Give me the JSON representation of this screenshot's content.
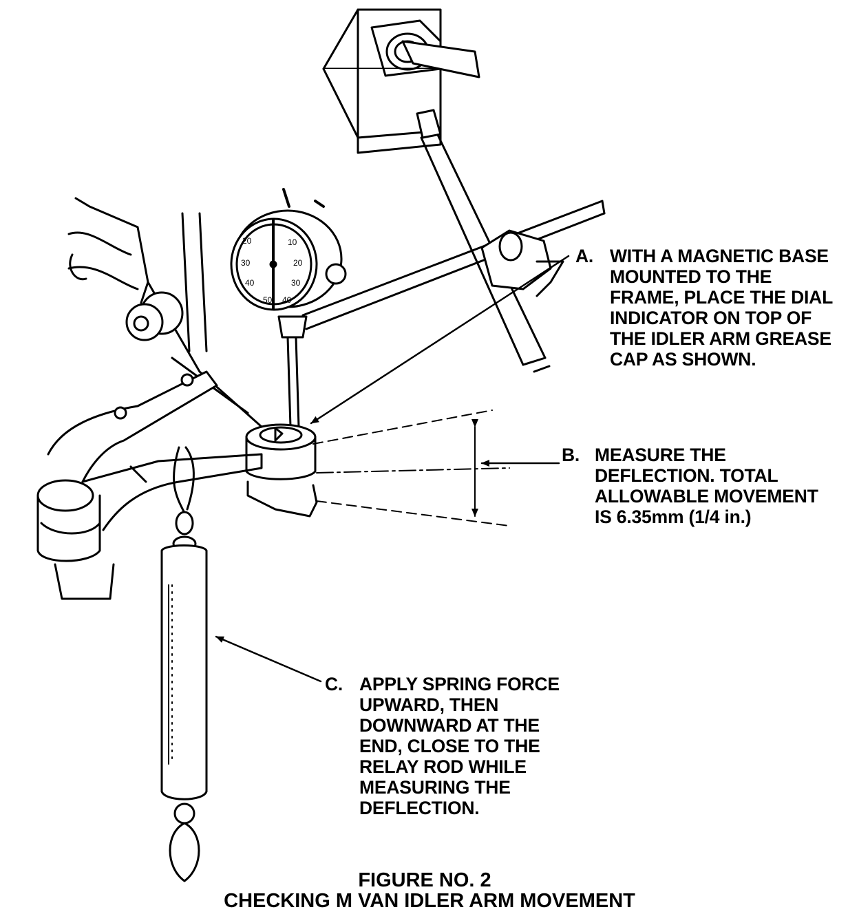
{
  "callouts": {
    "a": {
      "letter": "A.",
      "lines": [
        "WITH A MAGNETIC BASE",
        "MOUNTED TO THE",
        "FRAME, PLACE THE DIAL",
        "INDICATOR ON TOP OF",
        "THE IDLER ARM GREASE",
        "CAP AS SHOWN."
      ]
    },
    "b": {
      "letter": "B.",
      "lines": [
        "MEASURE THE",
        "DEFLECTION. TOTAL",
        "ALLOWABLE MOVEMENT",
        "IS 6.35mm (1/4 in.)"
      ]
    },
    "c": {
      "letter": "C.",
      "lines": [
        "APPLY SPRING FORCE",
        "UPWARD, THEN",
        "DOWNWARD AT THE",
        "END, CLOSE TO THE",
        "RELAY ROD WHILE",
        "MEASURING THE",
        "DEFLECTION."
      ]
    }
  },
  "dial": {
    "left_numbers": [
      "20",
      "30",
      "40",
      "50"
    ],
    "right_numbers": [
      "10",
      "20",
      "30",
      "40"
    ]
  },
  "caption": {
    "line1": "FIGURE NO. 2",
    "line2": "CHECKING M VAN IDLER ARM MOVEMENT"
  },
  "colors": {
    "ink": "#000000",
    "paper": "#ffffff"
  }
}
